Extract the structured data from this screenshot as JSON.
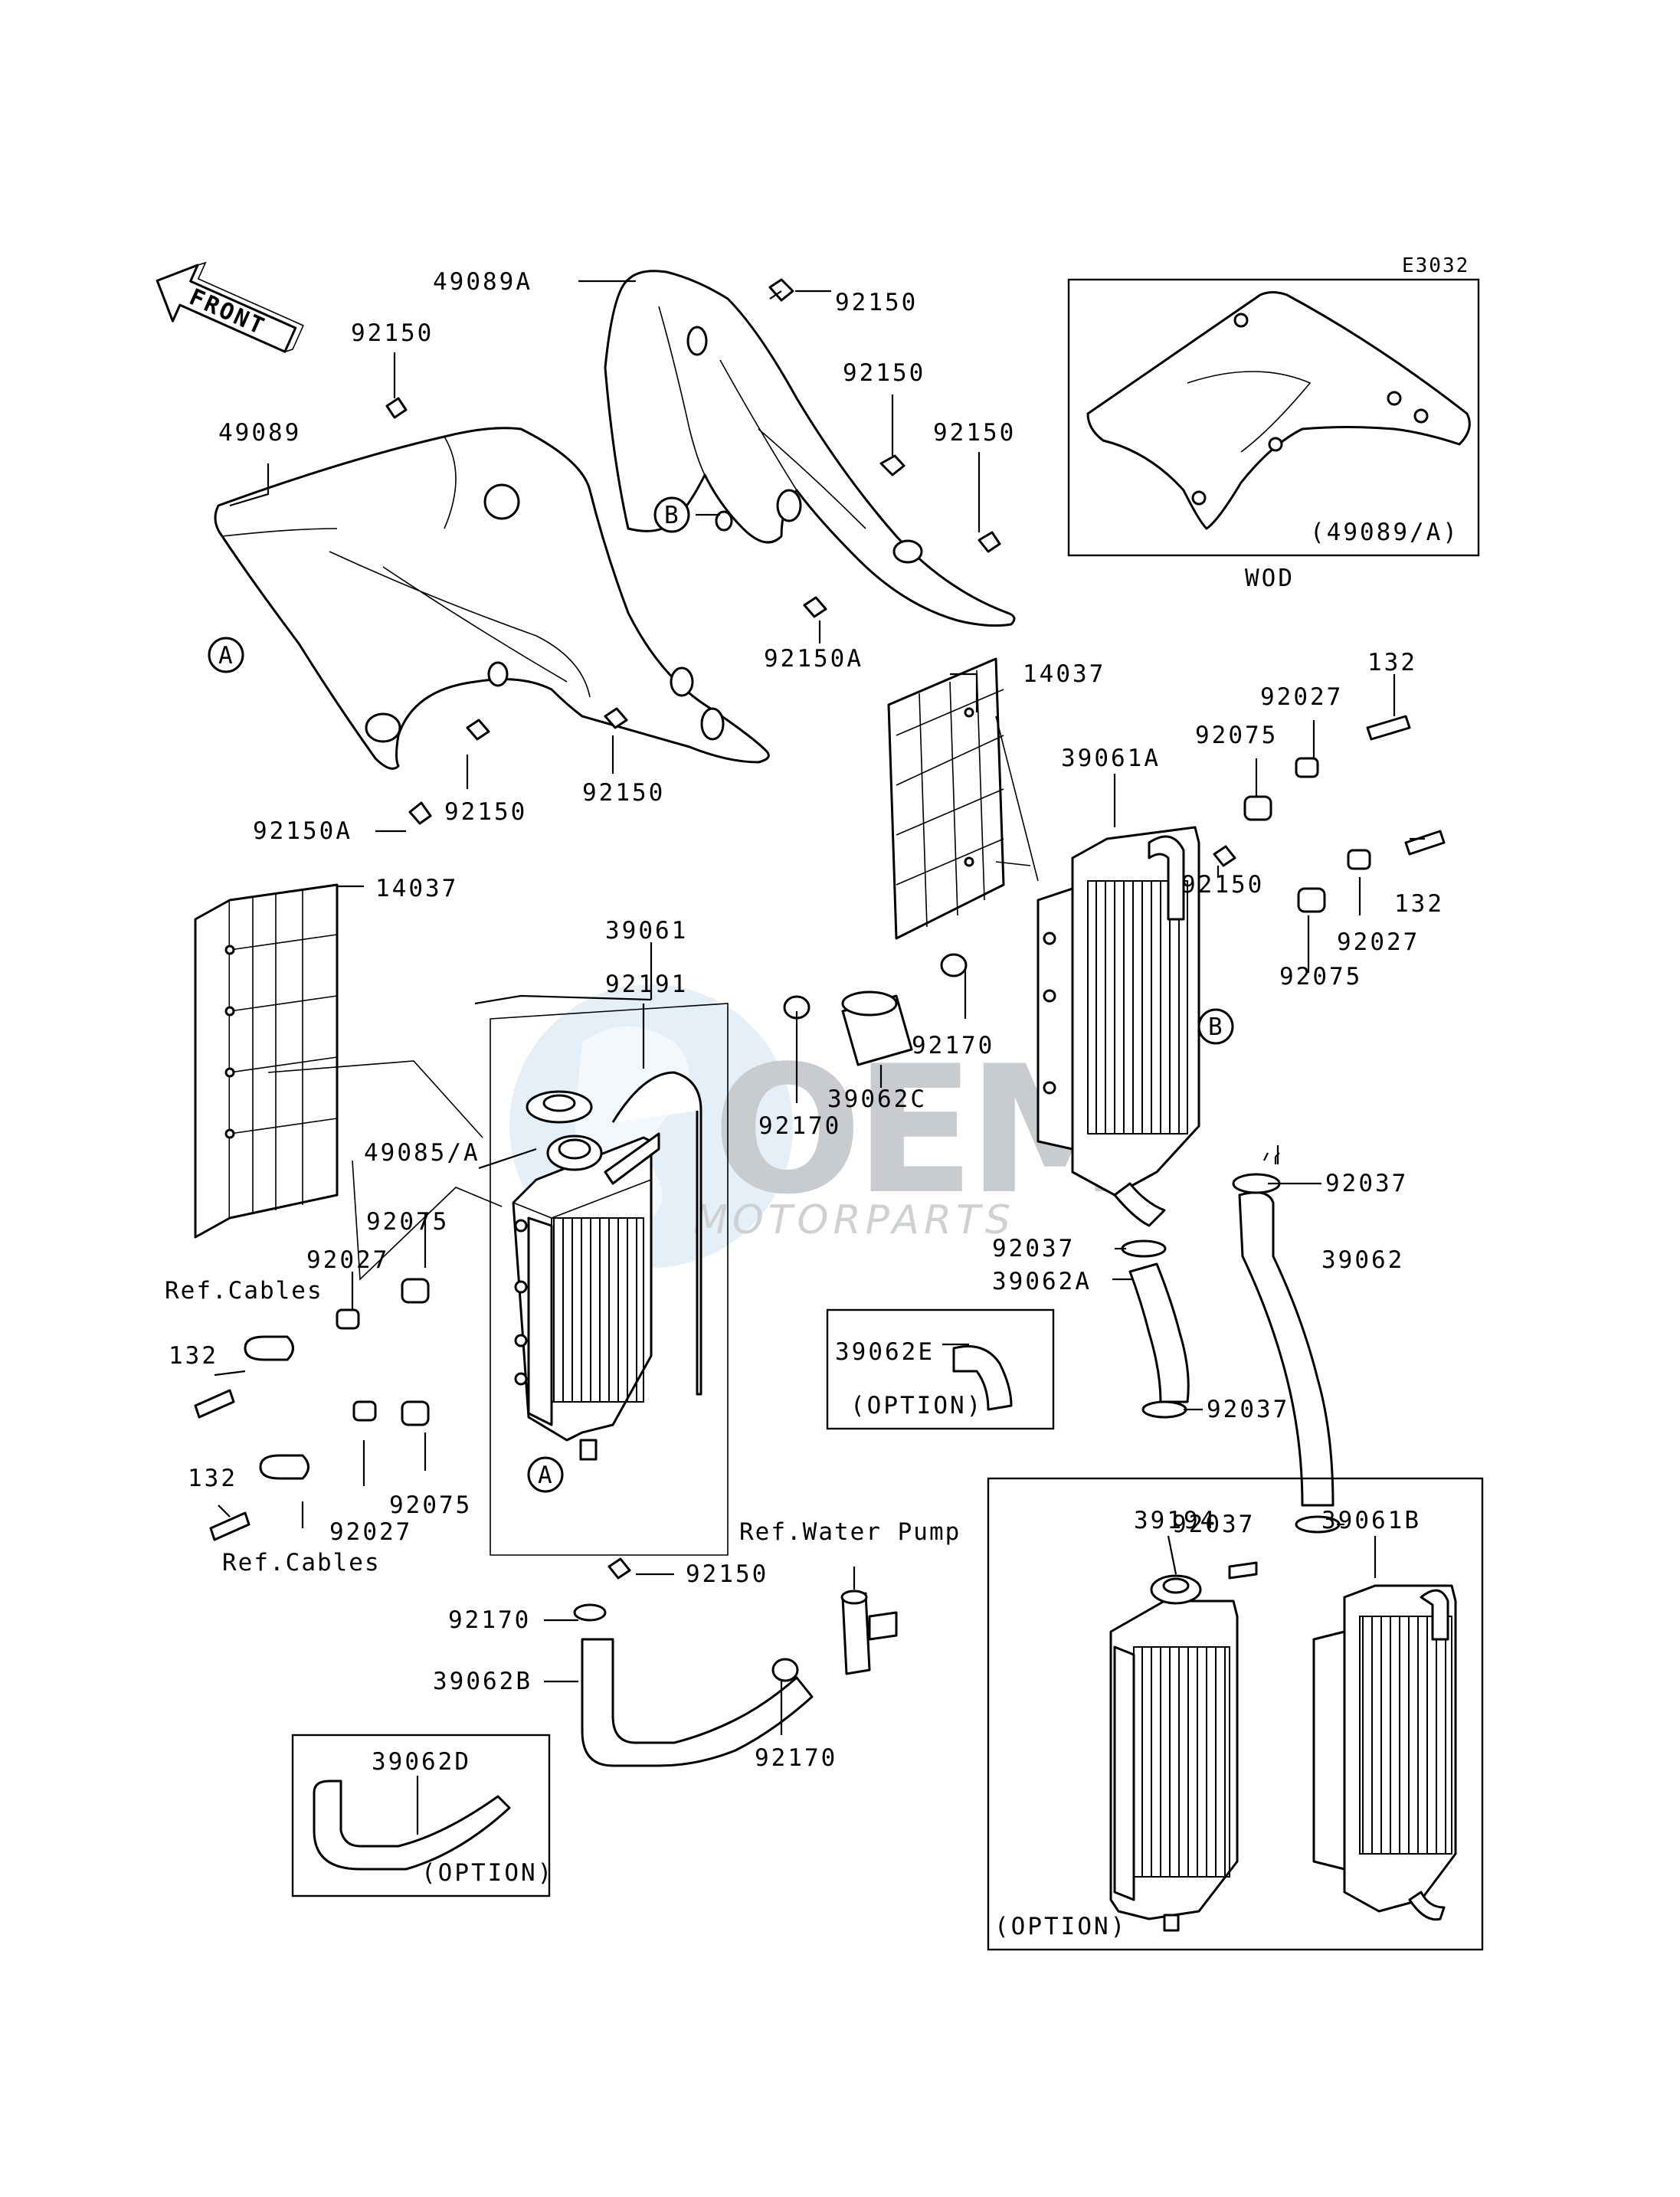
{
  "diagram_code": "E3032",
  "front_arrow": "FRONT",
  "watermark": {
    "brand": "OEM",
    "sub": "MOTORPARTS"
  },
  "wod_box": {
    "part_label": "(49089/A)",
    "caption": "WOD"
  },
  "option_boxes": {
    "box_39062E": "39062E",
    "box_39062D": "39062D",
    "box_radiators_left": "39194",
    "box_radiators_right": "39061B",
    "option_text": "(OPTION)"
  },
  "callouts": {
    "A": "A",
    "B": "B"
  },
  "labels": {
    "l_49089A": "49089A",
    "l_92150_t1": "92150",
    "l_92150_t2": "92150",
    "l_92150_t3": "92150",
    "l_92150_left_top": "92150",
    "l_49089": "49089",
    "l_92150A_mid": "92150A",
    "l_14037_right": "14037",
    "l_132_top": "132",
    "l_92027_top": "92027",
    "l_92075_top": "92075",
    "l_39061A": "39061A",
    "l_92150_right": "92150",
    "l_132_right": "132",
    "l_92027_right": "92027",
    "l_92075_right": "92075",
    "l_92150A_left": "92150A",
    "l_92150_lower1": "92150",
    "l_92150_lower2": "92150",
    "l_14037_left": "14037",
    "l_39061": "39061",
    "l_92191": "92191",
    "l_92170_top": "92170",
    "l_39062C": "39062C",
    "l_92170_mid": "92170",
    "l_92037_a": "92037",
    "l_39062": "39062",
    "l_49085A": "49085/A",
    "l_92075_left1": "92075",
    "l_92027_left1": "92027",
    "l_ref_cables_1": "Ref.Cables",
    "l_132_left1": "132",
    "l_92037_b": "92037",
    "l_39062A": "39062A",
    "l_92037_c": "92037",
    "l_92037_d": "92037",
    "l_132_left2": "132",
    "l_92027_left2": "92027",
    "l_92075_left2": "92075",
    "l_ref_cables_2": "Ref.Cables",
    "l_ref_water_pump": "Ref.Water Pump",
    "l_92150_bottom": "92150",
    "l_92170_bottom1": "92170",
    "l_39062B": "39062B",
    "l_92170_bottom2": "92170"
  }
}
